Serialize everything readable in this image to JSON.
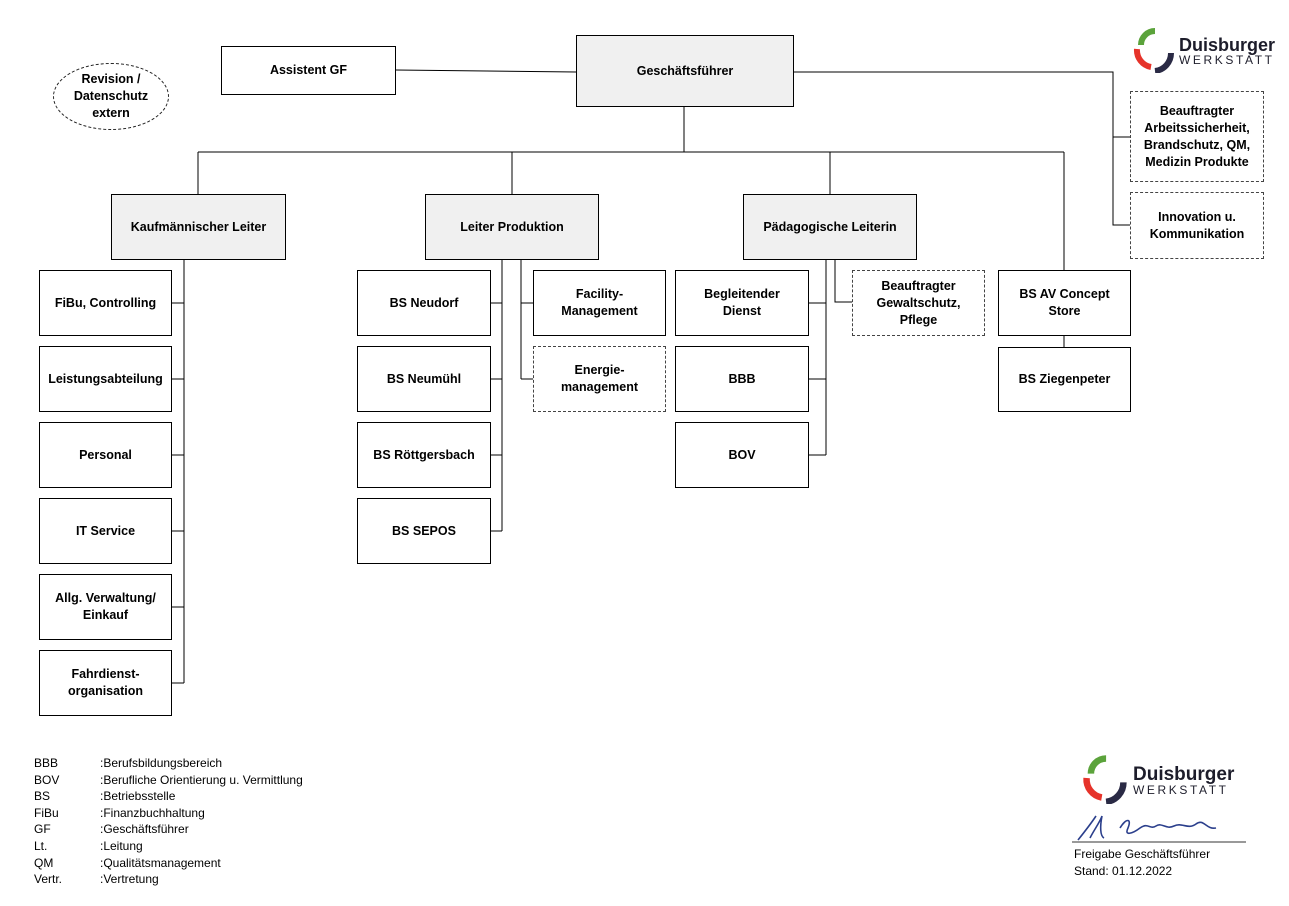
{
  "chart": {
    "ceo": "Geschäftsführer",
    "assistant": "Assistent GF",
    "revision": "Revision /\nDatenschutz\nextern",
    "side_roles": [
      "Beauftragter\nArbeitssicherheit,\nBrandschutz, QM,\nMedizin Produkte",
      "Innovation u.\nKommunikation"
    ],
    "kaufm": {
      "head": "Kaufmännischer Leiter",
      "items": [
        "FiBu, Controlling",
        "Leistungsabteilung",
        "Personal",
        "IT Service",
        "Allg. Verwaltung/\nEinkauf",
        "Fahrdienst-\norganisation"
      ]
    },
    "produktion": {
      "head": "Leiter Produktion",
      "items": [
        "BS Neudorf",
        "BS Neumühl",
        "BS Röttgersbach",
        "BS SEPOS"
      ],
      "facility": "Facility-\nManagement",
      "energie": "Energie-\nmanagement"
    },
    "paed": {
      "head": "Pädagogische Leiterin",
      "items": [
        "Begleitender\nDienst",
        "BBB",
        "BOV"
      ],
      "gewalt": "Beauftragter\nGewaltschutz,\nPflege"
    },
    "store": {
      "head": "BS AV Concept Store",
      "sub": "BS Ziegenpeter"
    }
  },
  "logo": {
    "name": "Duisburger",
    "sub": "WERKSTATT"
  },
  "legend": [
    {
      "abbr": "BBB",
      "text": ":Berufsbildungsbereich"
    },
    {
      "abbr": "BOV",
      "text": ":Berufliche Orientierung u. Vermittlung"
    },
    {
      "abbr": "BS",
      "text": ":Betriebsstelle"
    },
    {
      "abbr": "FiBu",
      "text": ":Finanzbuchhaltung"
    },
    {
      "abbr": "GF",
      "text": ":Geschäftsführer"
    },
    {
      "abbr": "Lt.",
      "text": ":Leitung"
    },
    {
      "abbr": "QM",
      "text": ":Qualitätsmanagement"
    },
    {
      "abbr": "Vertr.",
      "text": ":Vertretung"
    }
  ],
  "footer": {
    "approval": "Freigabe Geschäftsführer",
    "date": "Stand: 01.12.2022"
  },
  "colors": {
    "logo_red": "#e6332a",
    "logo_green": "#5ba33b",
    "logo_navy": "#2a2a45",
    "box_grey": "#f0f0f0"
  }
}
